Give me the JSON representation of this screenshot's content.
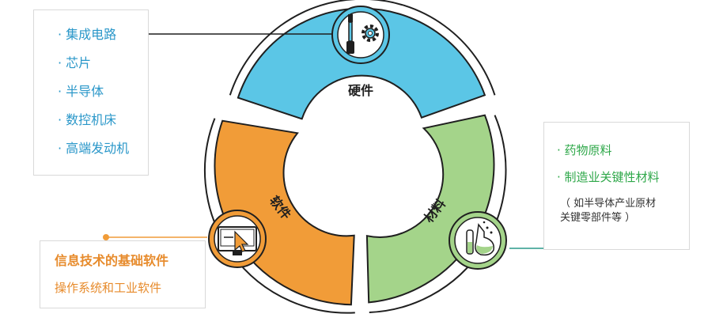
{
  "hardware": {
    "label": "硬件",
    "color": "#5bc6e6",
    "items": [
      "· 集成电路",
      "· 芯片",
      "· 半导体",
      "· 数控机床",
      "· 高端发动机"
    ],
    "icon": "screwdriver-gear-icon"
  },
  "software": {
    "label": "软件",
    "color": "#f19c38",
    "title": "信息技术的基础软件",
    "subtitle": "操作系统和工业软件",
    "icon": "monitor-cursor-icon"
  },
  "materials": {
    "label": "材料",
    "color": "#a4d48a",
    "items": [
      "· 药物原料",
      "· 制造业关键性材料"
    ],
    "note_line1": "（ 如半导体产业原材",
    "note_line2": "关键零部件等 ）",
    "icon": "flask-testtube-icon"
  },
  "colors": {
    "hardware_text": "#2a97c9",
    "software_text": "#e78b2c",
    "materials_text": "#2fa84a",
    "hardware_dot": "#5b86c5",
    "software_dot": "#f19c38",
    "materials_dot": "#2a9a8a"
  }
}
